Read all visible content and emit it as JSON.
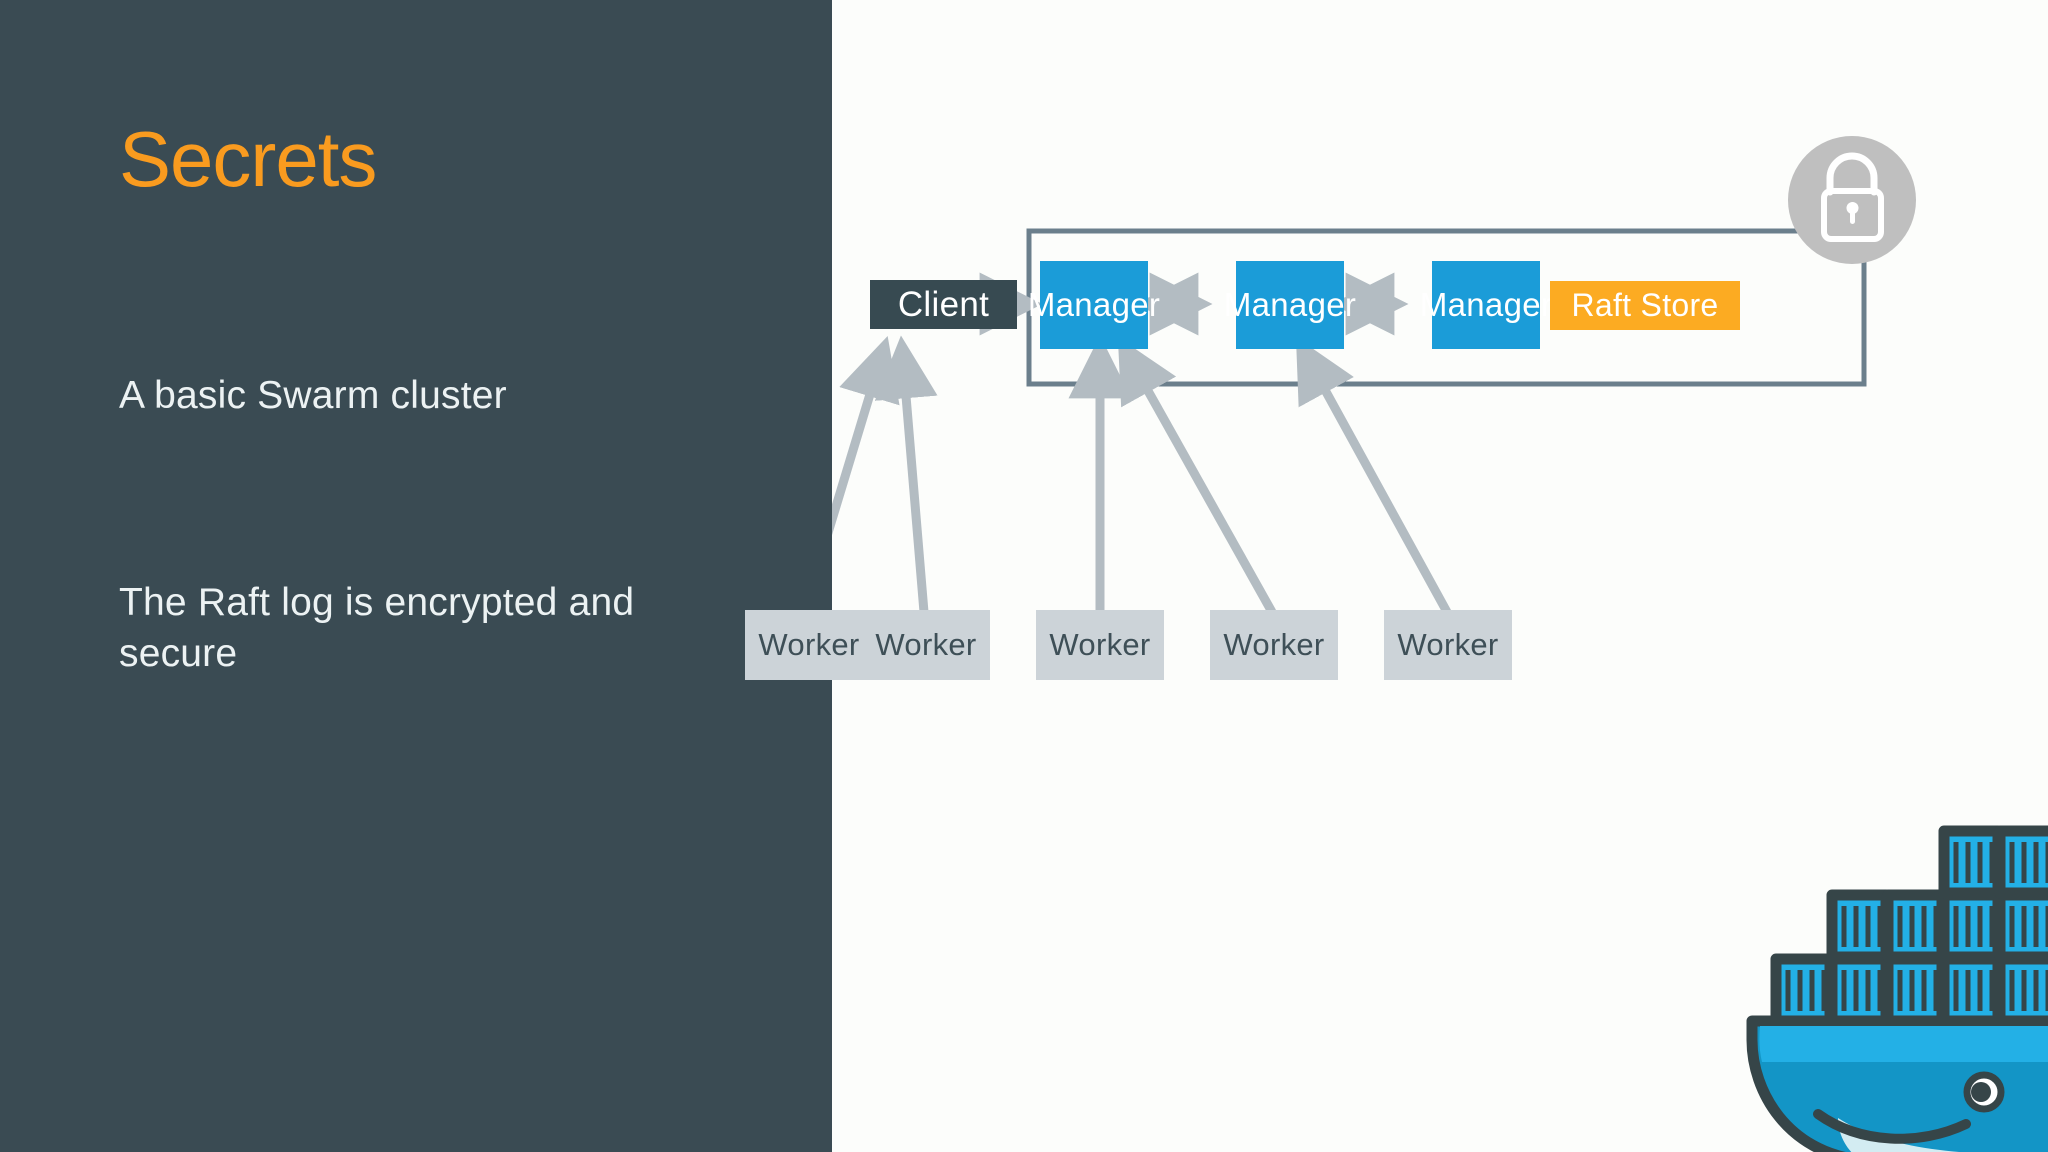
{
  "slide": {
    "title": "Secrets",
    "accent_color": "#f99b1f",
    "panel_color": "#3a4b53",
    "canvas_color": "#fcfdfb",
    "body_lines": [
      "A basic Swarm cluster",
      "The Raft log is encrypted and secure"
    ]
  },
  "diagram": {
    "type": "architecture",
    "title": "Basic Swarm cluster",
    "client": {
      "label": "Client",
      "color": "#374a51",
      "text_color": "#ffffff"
    },
    "managers": [
      {
        "label": "Manager",
        "color": "#1b9cd8",
        "text_color": "#ffffff"
      },
      {
        "label": "Manager",
        "color": "#1b9cd8",
        "text_color": "#ffffff"
      },
      {
        "label": "Manager",
        "color": "#1b9cd8",
        "text_color": "#ffffff"
      }
    ],
    "raft_store": {
      "label": "Raft Store",
      "color": "#fcab22",
      "text_color": "#ffffff"
    },
    "workers": [
      {
        "label": "Worker",
        "color": "#ccd3d8",
        "text_color": "#3e4f57"
      },
      {
        "label": "Worker",
        "color": "#ccd3d8",
        "text_color": "#3e4f57"
      },
      {
        "label": "Worker",
        "color": "#ccd3d8",
        "text_color": "#3e4f57"
      },
      {
        "label": "Worker",
        "color": "#ccd3d8",
        "text_color": "#3e4f57"
      },
      {
        "label": "Worker",
        "color": "#ccd3d8",
        "text_color": "#3e4f57"
      }
    ],
    "lock_badge": {
      "icon": "lock-icon",
      "circle_color": "#bfbfbf",
      "glyph_color": "#ffffff"
    },
    "cluster_border_color": "#6b7f8c",
    "arrow_color": "#b3bcc2",
    "connections": [
      "client -> manager-1",
      "manager-1 <-> manager-2",
      "manager-2 <-> manager-3",
      "worker-1 -> manager-1",
      "worker-2 -> manager-1",
      "worker-3 -> manager-2",
      "worker-4 -> manager-2",
      "worker-5 -> manager-3",
      "raft-store -- cluster"
    ]
  },
  "branding": {
    "logo": "docker-whale-logo",
    "hull_color": "#1395c6",
    "container_color": "#23b0e6",
    "outline_color": "#364548"
  }
}
